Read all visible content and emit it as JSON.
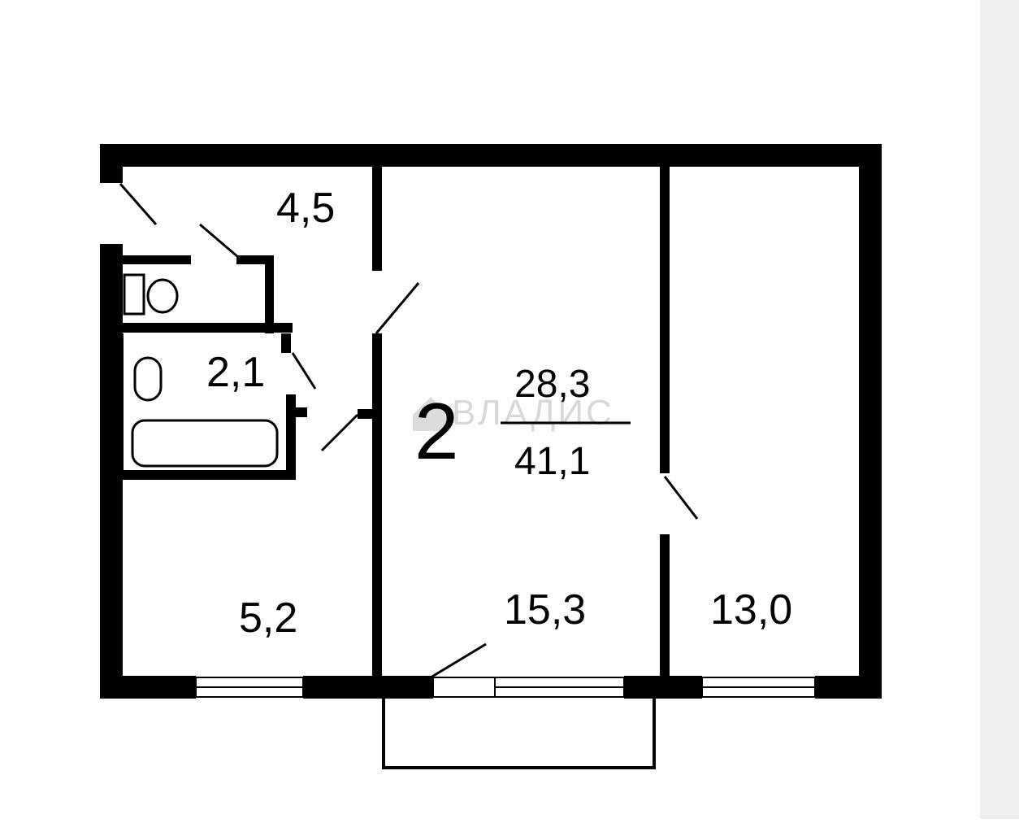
{
  "colors": {
    "background": "#ffffff",
    "wall": "#000000",
    "side_strip": "#efefef",
    "watermark": "#d8d8d8"
  },
  "plan": {
    "rooms_count": "2",
    "living_area": "28,3",
    "total_area": "41,1",
    "rooms": [
      {
        "id": "hall",
        "area": "4,5"
      },
      {
        "id": "bathroom",
        "area": "2,1"
      },
      {
        "id": "kitchen",
        "area": "5,2"
      },
      {
        "id": "living-room",
        "area": "15,3"
      },
      {
        "id": "bedroom",
        "area": "13,0"
      }
    ],
    "fixtures": [
      "toilet-icon",
      "sink-icon",
      "bathtub-icon"
    ],
    "watermark": "ВЛАДИС"
  }
}
